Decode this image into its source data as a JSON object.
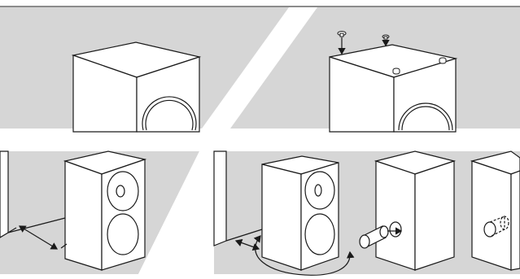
{
  "figure": {
    "panels": [
      {
        "id": "panel-1",
        "description_visible": false
      },
      {
        "id": "panel-2",
        "description_visible": false
      },
      {
        "id": "panel-3",
        "description_visible": false
      },
      {
        "id": "panel-4",
        "description_visible": false
      }
    ]
  },
  "colors": {
    "background_gray": "#d6d6d6",
    "line": "#1a1a1a",
    "white": "#ffffff"
  },
  "icons": [
    "speaker-cabinet-icon",
    "foot-pad-icon",
    "distance-arrow-icon",
    "rotation-arrow-icon",
    "port-plug-icon"
  ]
}
